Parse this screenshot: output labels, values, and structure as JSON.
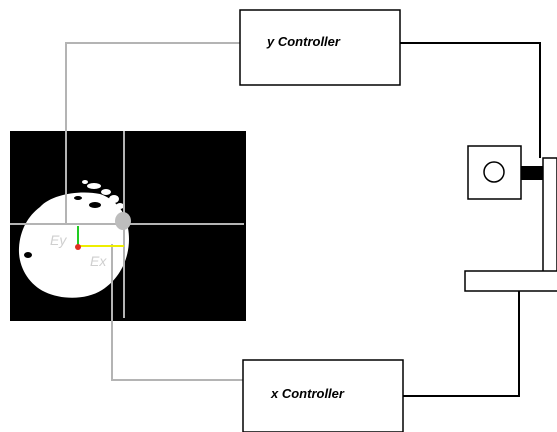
{
  "diagram": {
    "y_controller": {
      "label": "y Controller"
    },
    "x_controller": {
      "label": "x Controller"
    },
    "error_y": {
      "label": "Ey"
    },
    "error_x": {
      "label": "Ex"
    },
    "camera": {
      "icon": "camera-lens-icon"
    }
  },
  "colors": {
    "feedback_line": "#b4b4b4",
    "control_line": "#000000",
    "error_y_axis": "#22cc22",
    "error_x_axis": "#eeee00",
    "center_dot": "#e03020",
    "image_background": "#000000",
    "target_blob": "#ffffff",
    "marker": "#bdbdbd"
  }
}
